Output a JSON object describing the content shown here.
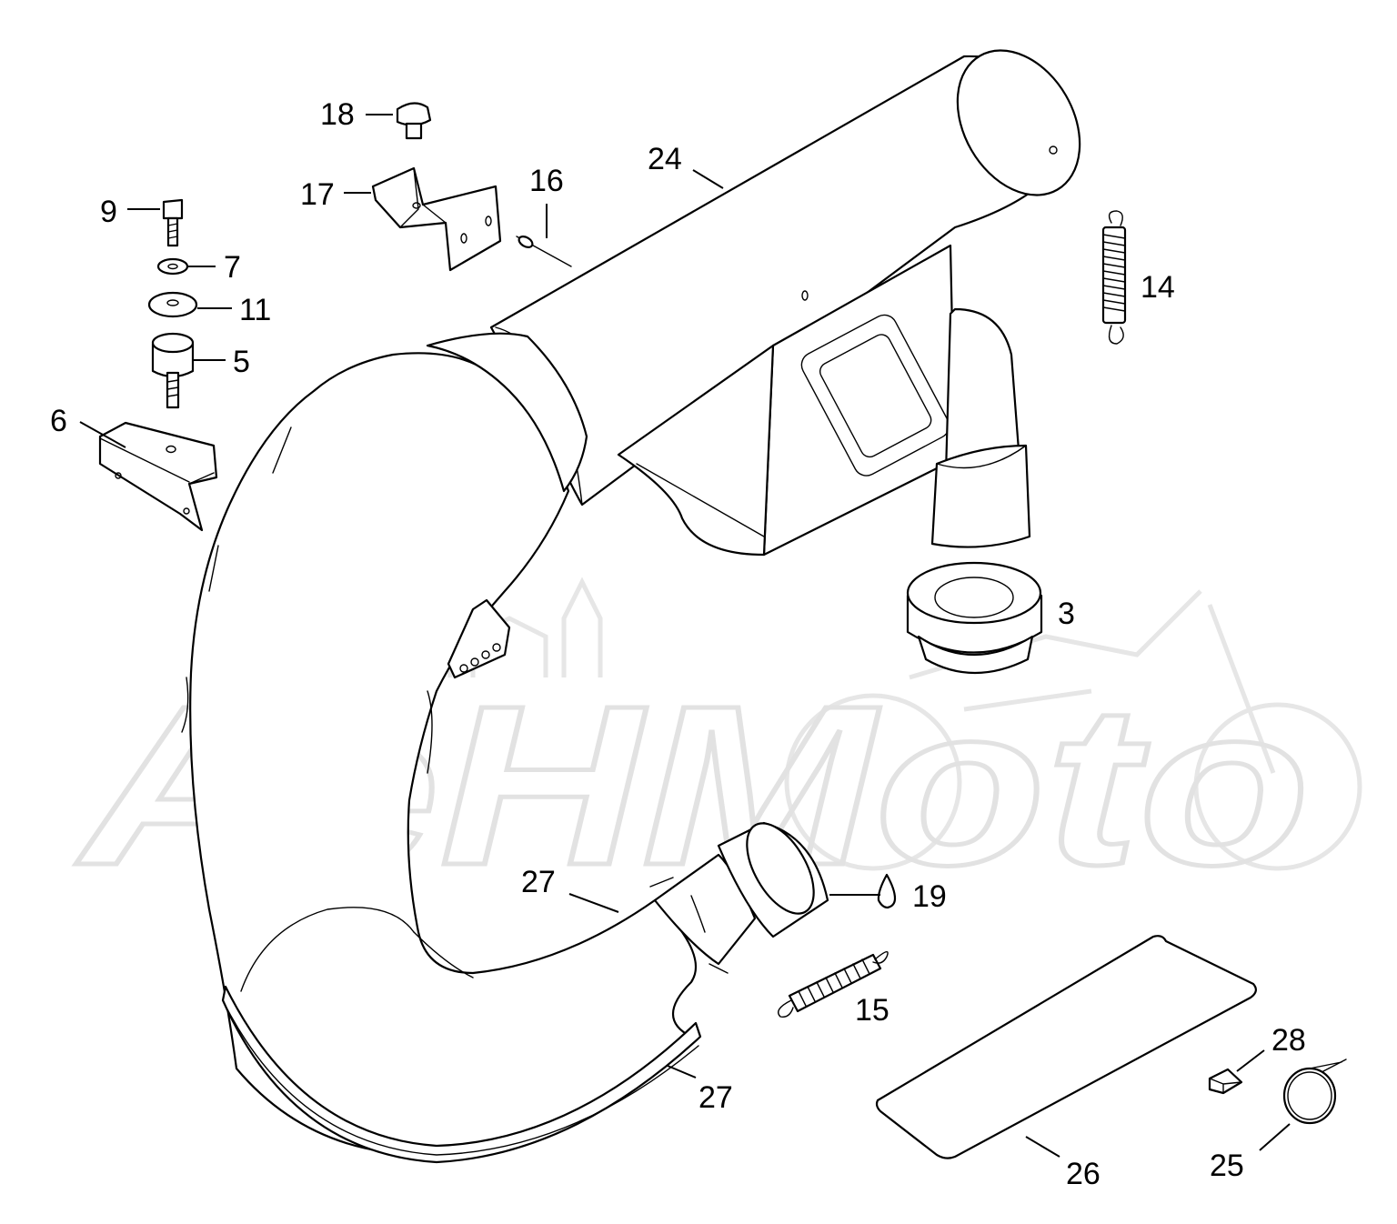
{
  "watermark": {
    "text": "AeHMoto"
  },
  "callouts": [
    {
      "id": "18",
      "text": "18"
    },
    {
      "id": "24",
      "text": "24"
    },
    {
      "id": "17",
      "text": "17"
    },
    {
      "id": "16",
      "text": "16"
    },
    {
      "id": "9",
      "text": "9"
    },
    {
      "id": "7",
      "text": "7"
    },
    {
      "id": "11",
      "text": "11"
    },
    {
      "id": "5",
      "text": "5"
    },
    {
      "id": "6",
      "text": "6"
    },
    {
      "id": "14",
      "text": "14"
    },
    {
      "id": "3",
      "text": "3"
    },
    {
      "id": "27a",
      "text": "27"
    },
    {
      "id": "19",
      "text": "19"
    },
    {
      "id": "15",
      "text": "15"
    },
    {
      "id": "27b",
      "text": "27"
    },
    {
      "id": "28",
      "text": "28"
    },
    {
      "id": "26",
      "text": "26"
    },
    {
      "id": "25",
      "text": "25"
    }
  ]
}
